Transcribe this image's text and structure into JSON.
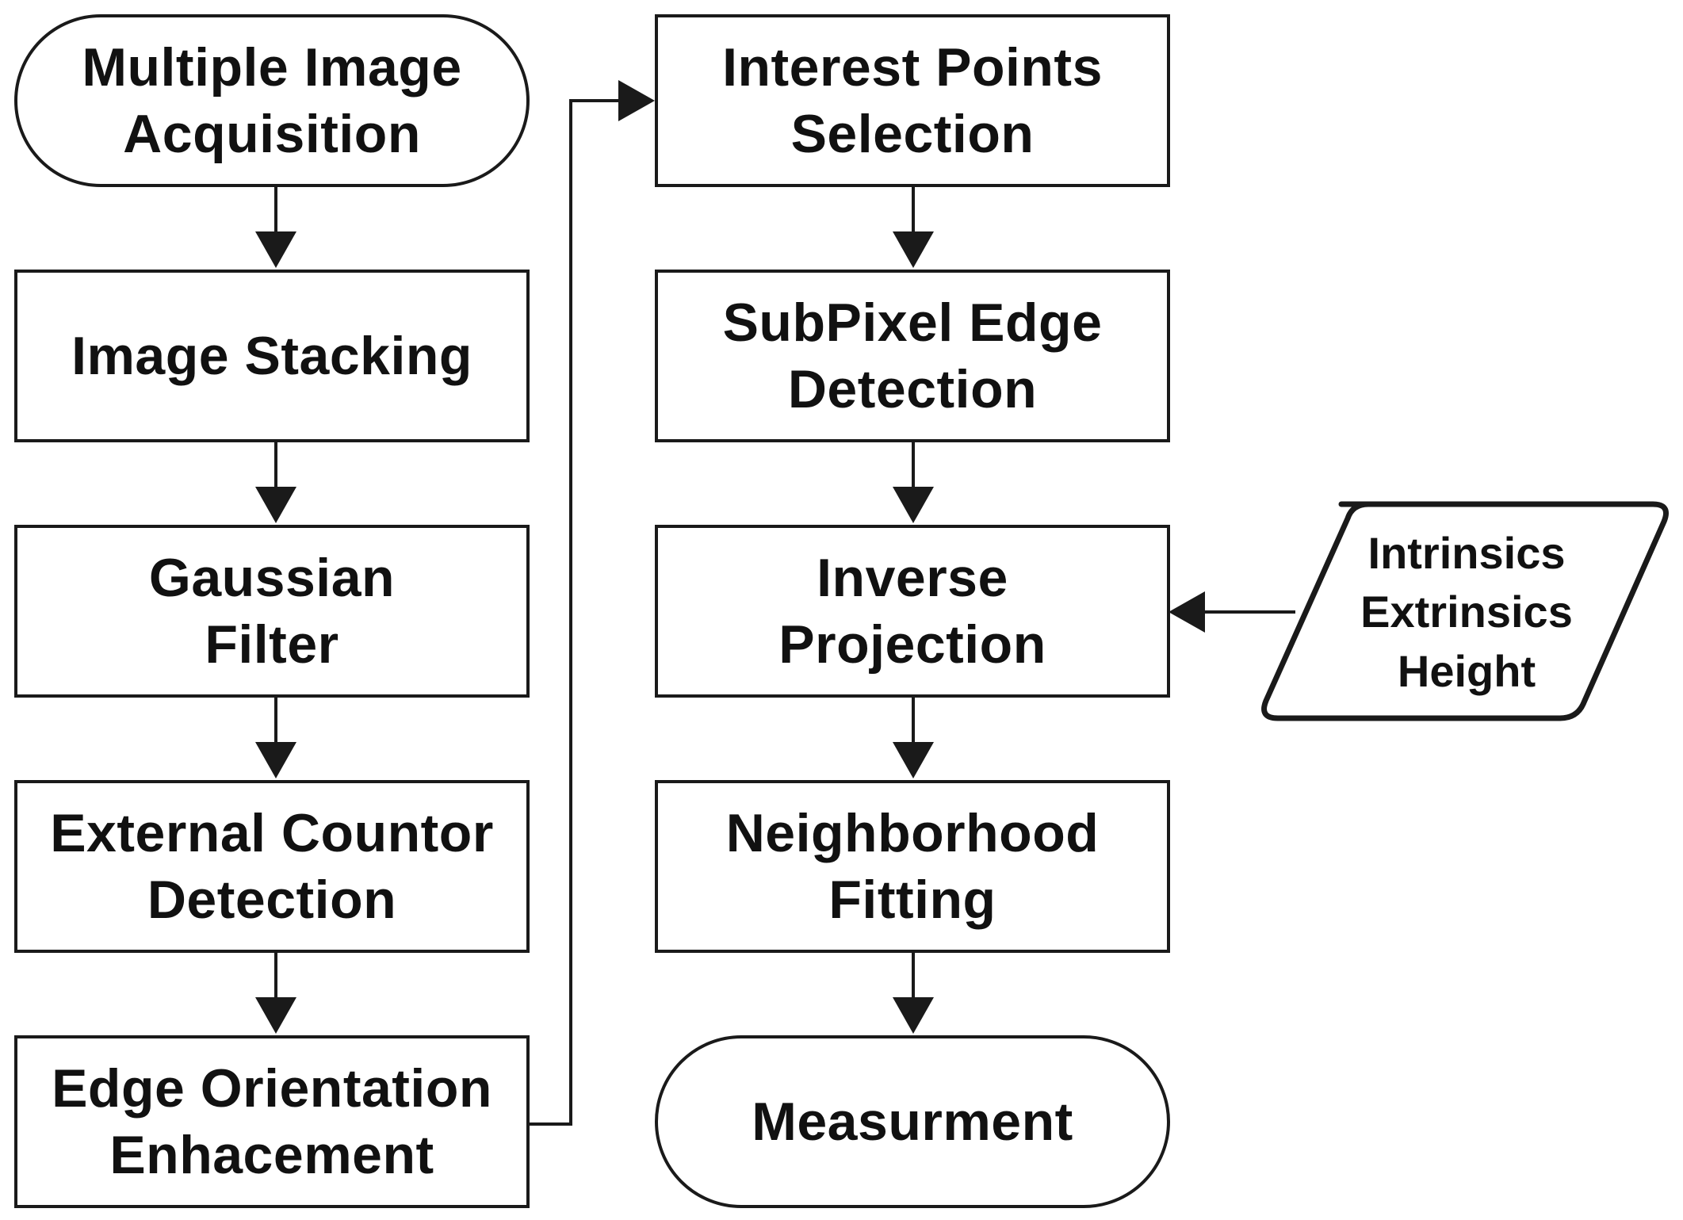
{
  "nodes": {
    "acquisition": {
      "lines": [
        "Multiple Image",
        "Acquisition"
      ]
    },
    "stacking": {
      "lines": [
        "Image Stacking"
      ]
    },
    "gaussian": {
      "lines": [
        "Gaussian",
        "Filter"
      ]
    },
    "contour": {
      "lines": [
        "External Countor",
        "Detection"
      ]
    },
    "orientation": {
      "lines": [
        "Edge Orientation",
        "Enhacement"
      ]
    },
    "interest_points": {
      "lines": [
        "Interest Points",
        "Selection"
      ]
    },
    "subpixel": {
      "lines": [
        "SubPixel Edge",
        "Detection"
      ]
    },
    "inverse_projection": {
      "lines": [
        "Inverse",
        "Projection"
      ]
    },
    "neighborhood": {
      "lines": [
        "Neighborhood",
        "Fitting"
      ]
    },
    "measurement": {
      "lines": [
        "Measurment"
      ]
    },
    "parameters": {
      "lines": [
        "Intrinsics",
        "Extrinsics",
        "Height"
      ]
    }
  },
  "colors": {
    "stroke": "#1a1a1a",
    "fill": "#ffffff",
    "text": "#111111"
  }
}
